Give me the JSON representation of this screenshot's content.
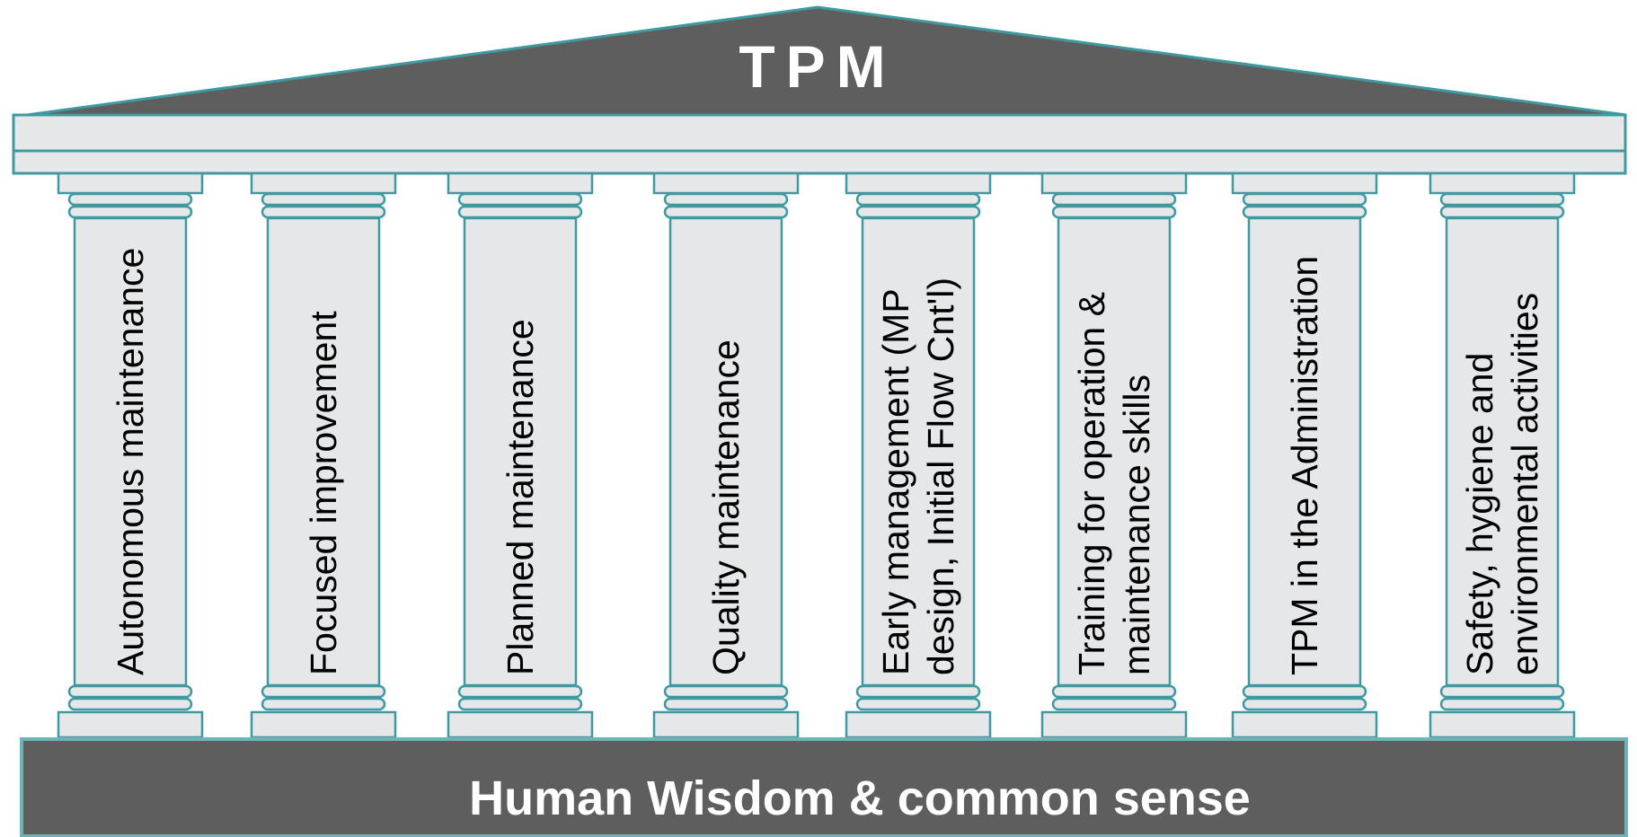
{
  "diagram": {
    "title": "TPM",
    "foundation": "Human Wisdom & common sense",
    "pillars": [
      {
        "lines": [
          "Autonomous maintenance"
        ]
      },
      {
        "lines": [
          "Focused improvement"
        ]
      },
      {
        "lines": [
          "Planned  maintenance"
        ]
      },
      {
        "lines": [
          "Quality maintenance"
        ]
      },
      {
        "lines": [
          "Early management (MP",
          "design, Initial Flow Cnt'l)"
        ]
      },
      {
        "lines": [
          "Training for operation &",
          "maintenance skills"
        ]
      },
      {
        "lines": [
          "TPM in the Administration"
        ]
      },
      {
        "lines": [
          "Safety, hygiene and",
          "environmental activities"
        ]
      }
    ]
  },
  "colors": {
    "roof": "#5e5e5e",
    "outline": "#3e9aa0",
    "column": "#e6e7e8",
    "foundation": "#5e5e5e",
    "text_light": "#ffffff",
    "text_dark": "#000000"
  }
}
